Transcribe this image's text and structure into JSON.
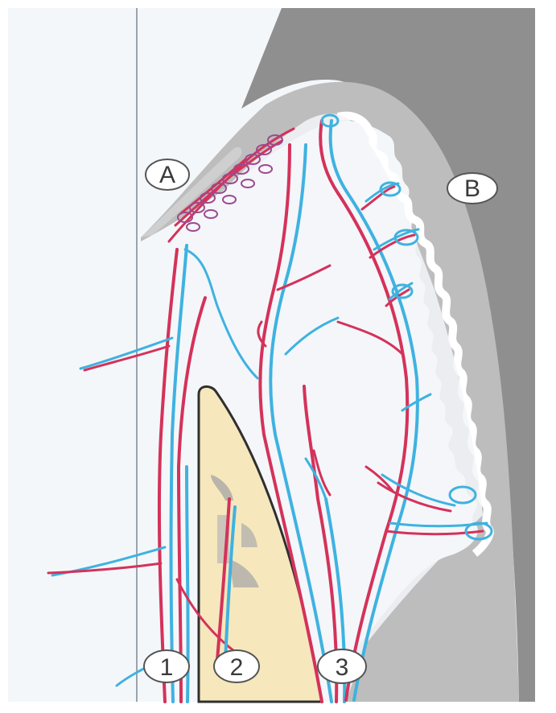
{
  "labels": {
    "a": "A",
    "b": "B",
    "one": "1",
    "two": "2",
    "three": "3"
  },
  "colors": {
    "artery": "#d4325a",
    "vein": "#3fb2e0",
    "bone": "#f6e7bd",
    "gingiva": "#bcbcbc",
    "tooth_dark": "#8f8f8f",
    "background": "#f4f7fa"
  }
}
